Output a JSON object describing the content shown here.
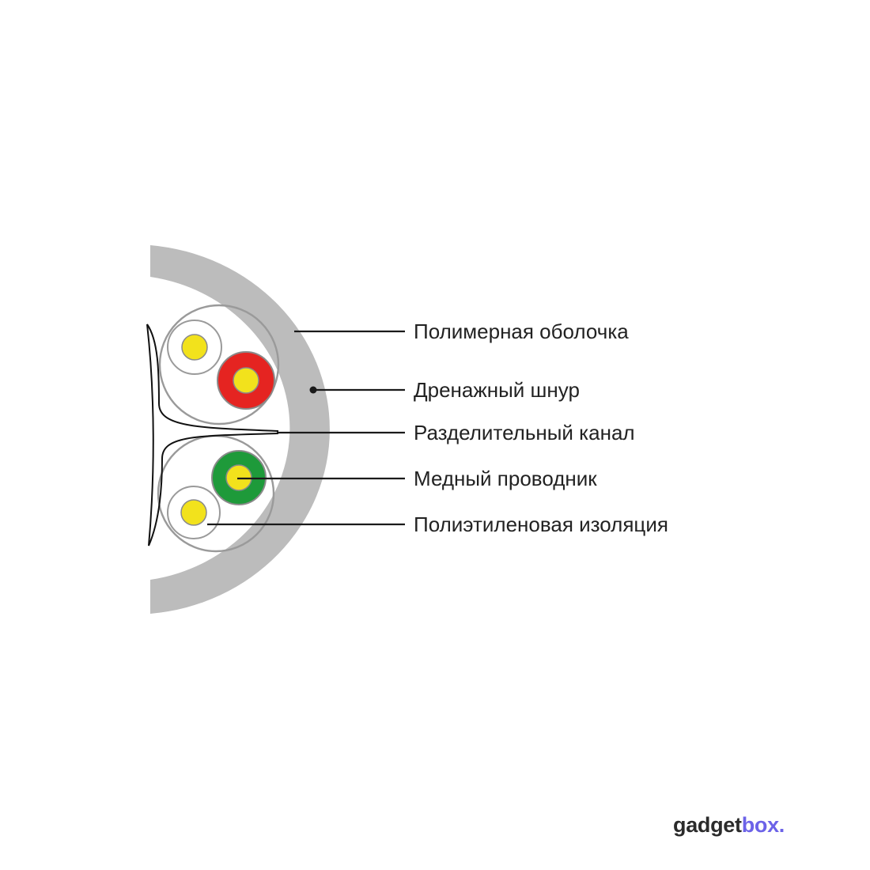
{
  "diagram": {
    "labels": [
      "Полимерная оболочка",
      "Дренажный шнур",
      "Разделительный канал",
      "Медный проводник",
      "Полиэтиленовая изоляция"
    ]
  },
  "colors": {
    "jacket": "#bcbcbc",
    "pair_outline": "#8f8f8f",
    "copper": "#f2e21c",
    "red_insulation": "#e52421",
    "green_insulation": "#1e9a3a",
    "leader": "#1a1a1a",
    "text": "#222222",
    "brand_dark": "#2b2b2b",
    "brand_accent": "#6c63e8"
  },
  "branding": {
    "part1": "gadget",
    "part2": "box."
  }
}
